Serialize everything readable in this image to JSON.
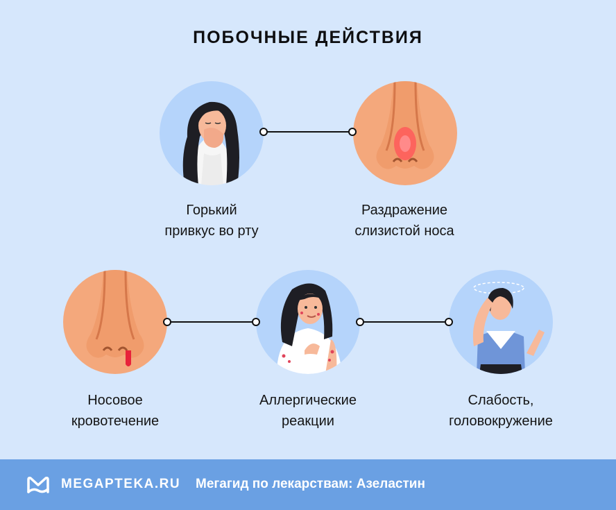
{
  "title": "ПОБОЧНЫЕ ДЕЙСТВИЯ",
  "effects": [
    {
      "line1": "Горький",
      "line2": "привкус во рту",
      "icon": "bitter-taste-woman-icon"
    },
    {
      "line1": "Раздражение",
      "line2": "слизистой носа",
      "icon": "irritated-nose-icon"
    },
    {
      "line1": "Носовое",
      "line2": "кровотечение",
      "icon": "nosebleed-icon"
    },
    {
      "line1": "Аллергические",
      "line2": "реакции",
      "icon": "allergy-woman-icon"
    },
    {
      "line1": "Слабость,",
      "line2": "головокружение",
      "icon": "dizzy-woman-icon"
    }
  ],
  "footer": {
    "brand": "MEGAPTEKA.RU",
    "tagline": "Мегагид по лекарствам: Азеластин",
    "logo_icon": "megapteka-logo-icon"
  },
  "colors": {
    "background": "#d6e7fc",
    "circle": "#b5d4fb",
    "footer": "#6aa0e3",
    "skin": "#f4a87c",
    "irritation": "#ff5a5a"
  }
}
